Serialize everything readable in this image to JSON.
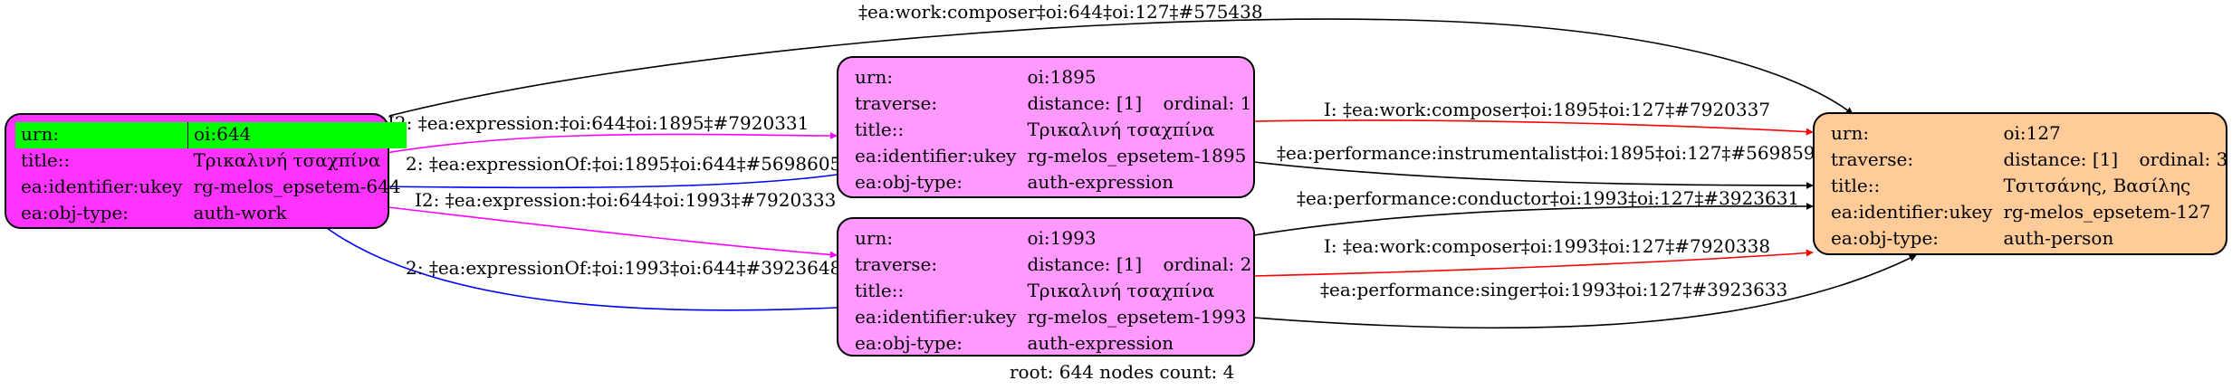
{
  "colors": {
    "root_node_fill": "#ff33ff",
    "expression_node_fill": "#ff99ff",
    "person_node_fill": "#ffcc99",
    "highlight_row": "#00ff00",
    "edge_expression": "#ff00ff",
    "edge_expression_of": "#0000ff",
    "edge_composer": "#ff0000",
    "edge_default": "#000000"
  },
  "nodes": {
    "n644": {
      "urn_key": "urn:",
      "urn_val": "oi:644",
      "title_key": "title::",
      "title_val": "Τρικαλινή τσαχπίνα",
      "ukey_key": "ea:identifier:ukey",
      "ukey_val": "rg-melos_epsetem-644",
      "type_key": "ea:obj-type:",
      "type_val": "auth-work"
    },
    "n1895": {
      "urn_key": "urn:",
      "urn_val": "oi:1895",
      "trav_key": "traverse:",
      "trav_dist": "distance: [1]",
      "trav_ord": "ordinal: 1",
      "title_key": "title::",
      "title_val": "Τρικαλινή τσαχπίνα",
      "ukey_key": "ea:identifier:ukey",
      "ukey_val": "rg-melos_epsetem-1895",
      "type_key": "ea:obj-type:",
      "type_val": "auth-expression"
    },
    "n1993": {
      "urn_key": "urn:",
      "urn_val": "oi:1993",
      "trav_key": "traverse:",
      "trav_dist": "distance: [1]",
      "trav_ord": "ordinal: 2",
      "title_key": "title::",
      "title_val": "Τρικαλινή τσαχπίνα",
      "ukey_key": "ea:identifier:ukey",
      "ukey_val": "rg-melos_epsetem-1993",
      "type_key": "ea:obj-type:",
      "type_val": "auth-expression"
    },
    "n127": {
      "urn_key": "urn:",
      "urn_val": "oi:127",
      "trav_key": "traverse:",
      "trav_dist": "distance: [1]",
      "trav_ord": "ordinal: 3",
      "title_key": "title::",
      "title_val": "Τσιτσάνης, Βασίλης",
      "ukey_key": "ea:identifier:ukey",
      "ukey_val": "rg-melos_epsetem-127",
      "type_key": "ea:obj-type:",
      "type_val": "auth-person"
    }
  },
  "edges": {
    "e_top_composer": "‡ea:work:composer‡oi:644‡oi:127‡#575438",
    "e_expr_1895": "I2: ‡ea:expression:‡oi:644‡oi:1895‡#7920331",
    "e_exprof_1895": "2: ‡ea:expressionOf:‡oi:1895‡oi:644‡#5698605",
    "e_expr_1993": "I2: ‡ea:expression:‡oi:644‡oi:1993‡#7920333",
    "e_exprof_1993": "2: ‡ea:expressionOf:‡oi:1993‡oi:644‡#3923648",
    "e_composer_1895": "I: ‡ea:work:composer‡oi:1895‡oi:127‡#7920337",
    "e_instr_1895": "‡ea:performance:instrumentalist‡oi:1895‡oi:127‡#5698593",
    "e_conductor_1993": "‡ea:performance:conductor‡oi:1993‡oi:127‡#3923631",
    "e_composer_1993": "I: ‡ea:work:composer‡oi:1993‡oi:127‡#7920338",
    "e_singer_1993": "‡ea:performance:singer‡oi:1993‡oi:127‡#3923633"
  },
  "footer": "root: 644 nodes count: 4"
}
